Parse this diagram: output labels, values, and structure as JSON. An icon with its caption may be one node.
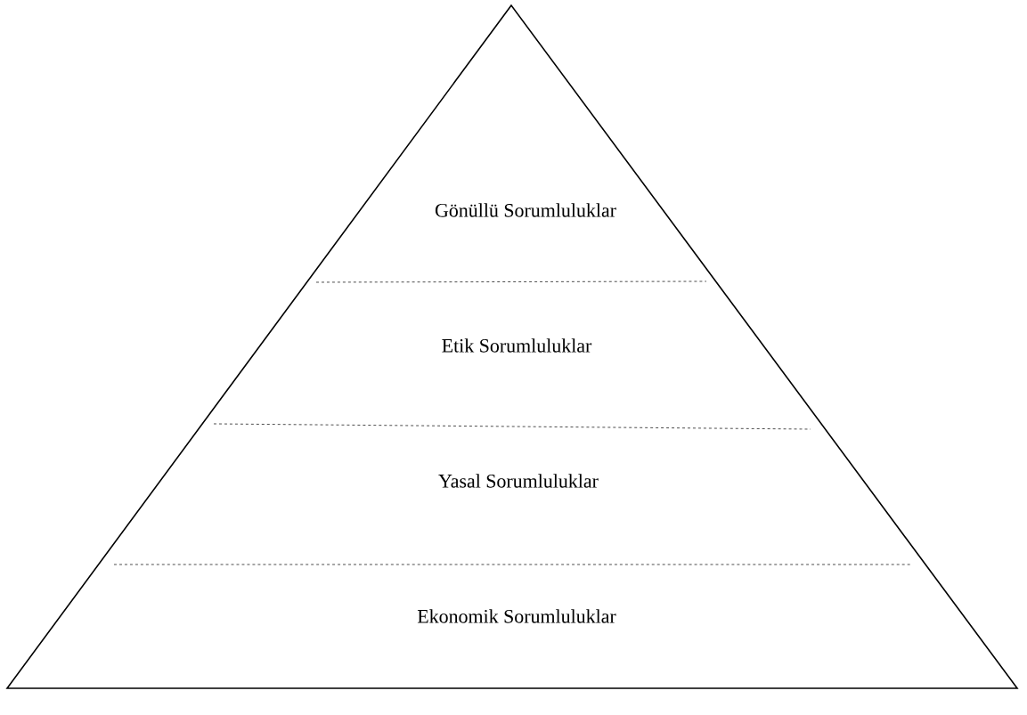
{
  "diagram": {
    "nodes": [
      {
        "text": [
          "Gönüllü Sorumluluklar"
        ]
      },
      {
        "text": [
          "Etik Sorumluluklar"
        ]
      },
      {
        "text": [
          "Yasal Sorumluluklar"
        ]
      },
      {
        "text": [
          "Ekonomik Sorumluluklar"
        ]
      }
    ]
  }
}
